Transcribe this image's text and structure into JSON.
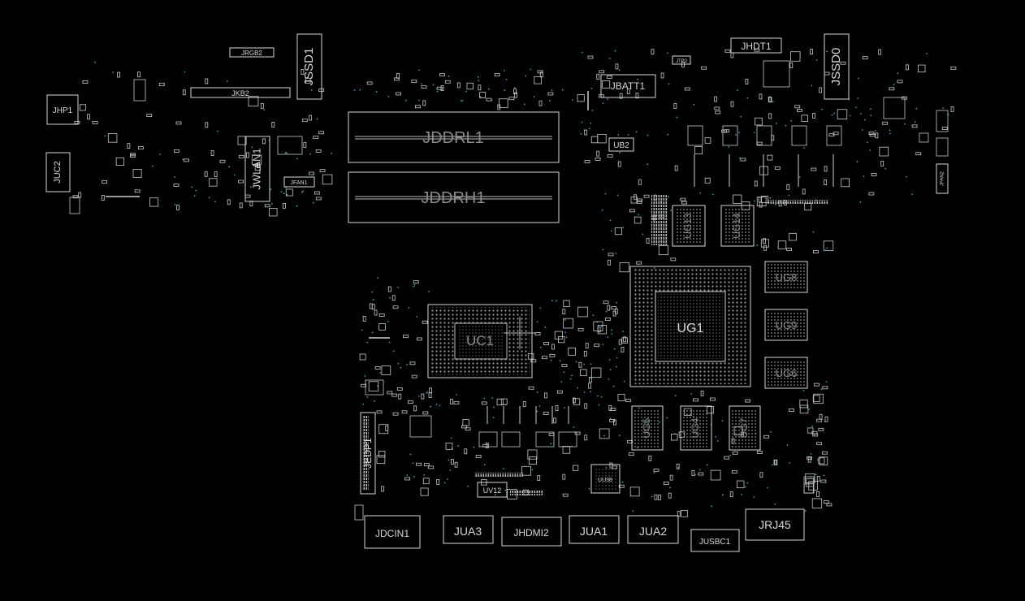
{
  "view": {
    "background": "#000000",
    "outline_color": "#d6d6d6",
    "via_color": "#2aa6b8",
    "label_color": "#d8d8d8"
  },
  "labels": {
    "jrgb2": "JRGB2",
    "jssd1": "JSSD1",
    "jkb2": "JKB2",
    "jhp1": "JHP1",
    "juc2": "JUC2",
    "jwlan1": "JWLAN1",
    "jfan1": "JFAN1",
    "jddrl1": "JDDRL1",
    "jddrh1": "JDDRH1",
    "jhdt1": "JHDT1",
    "jssd0": "JSSD0",
    "jbatt1": "JBATT1",
    "ub2": "UB2",
    "jtp2": "JTP2",
    "ug13": "UG13",
    "ug14": "UG14",
    "ug1": "UG1",
    "ug8": "UG8",
    "ug9": "UG9",
    "ug6": "UG6",
    "ug5": "UG5",
    "ug4": "UG4",
    "ug7": "UG7",
    "uc1": "UC1",
    "jedp1": "JEDP1",
    "uv12": "UV12",
    "uu38": "UU38",
    "jdcin1": "JDCIN1",
    "jua3": "JUA3",
    "jhdmi2": "JHDMI2",
    "jua1": "JUA1",
    "jua2": "JUA2",
    "jusbc1": "JUSBC1",
    "jrj45": "JRJ45",
    "jfan2": "JFAN2"
  }
}
